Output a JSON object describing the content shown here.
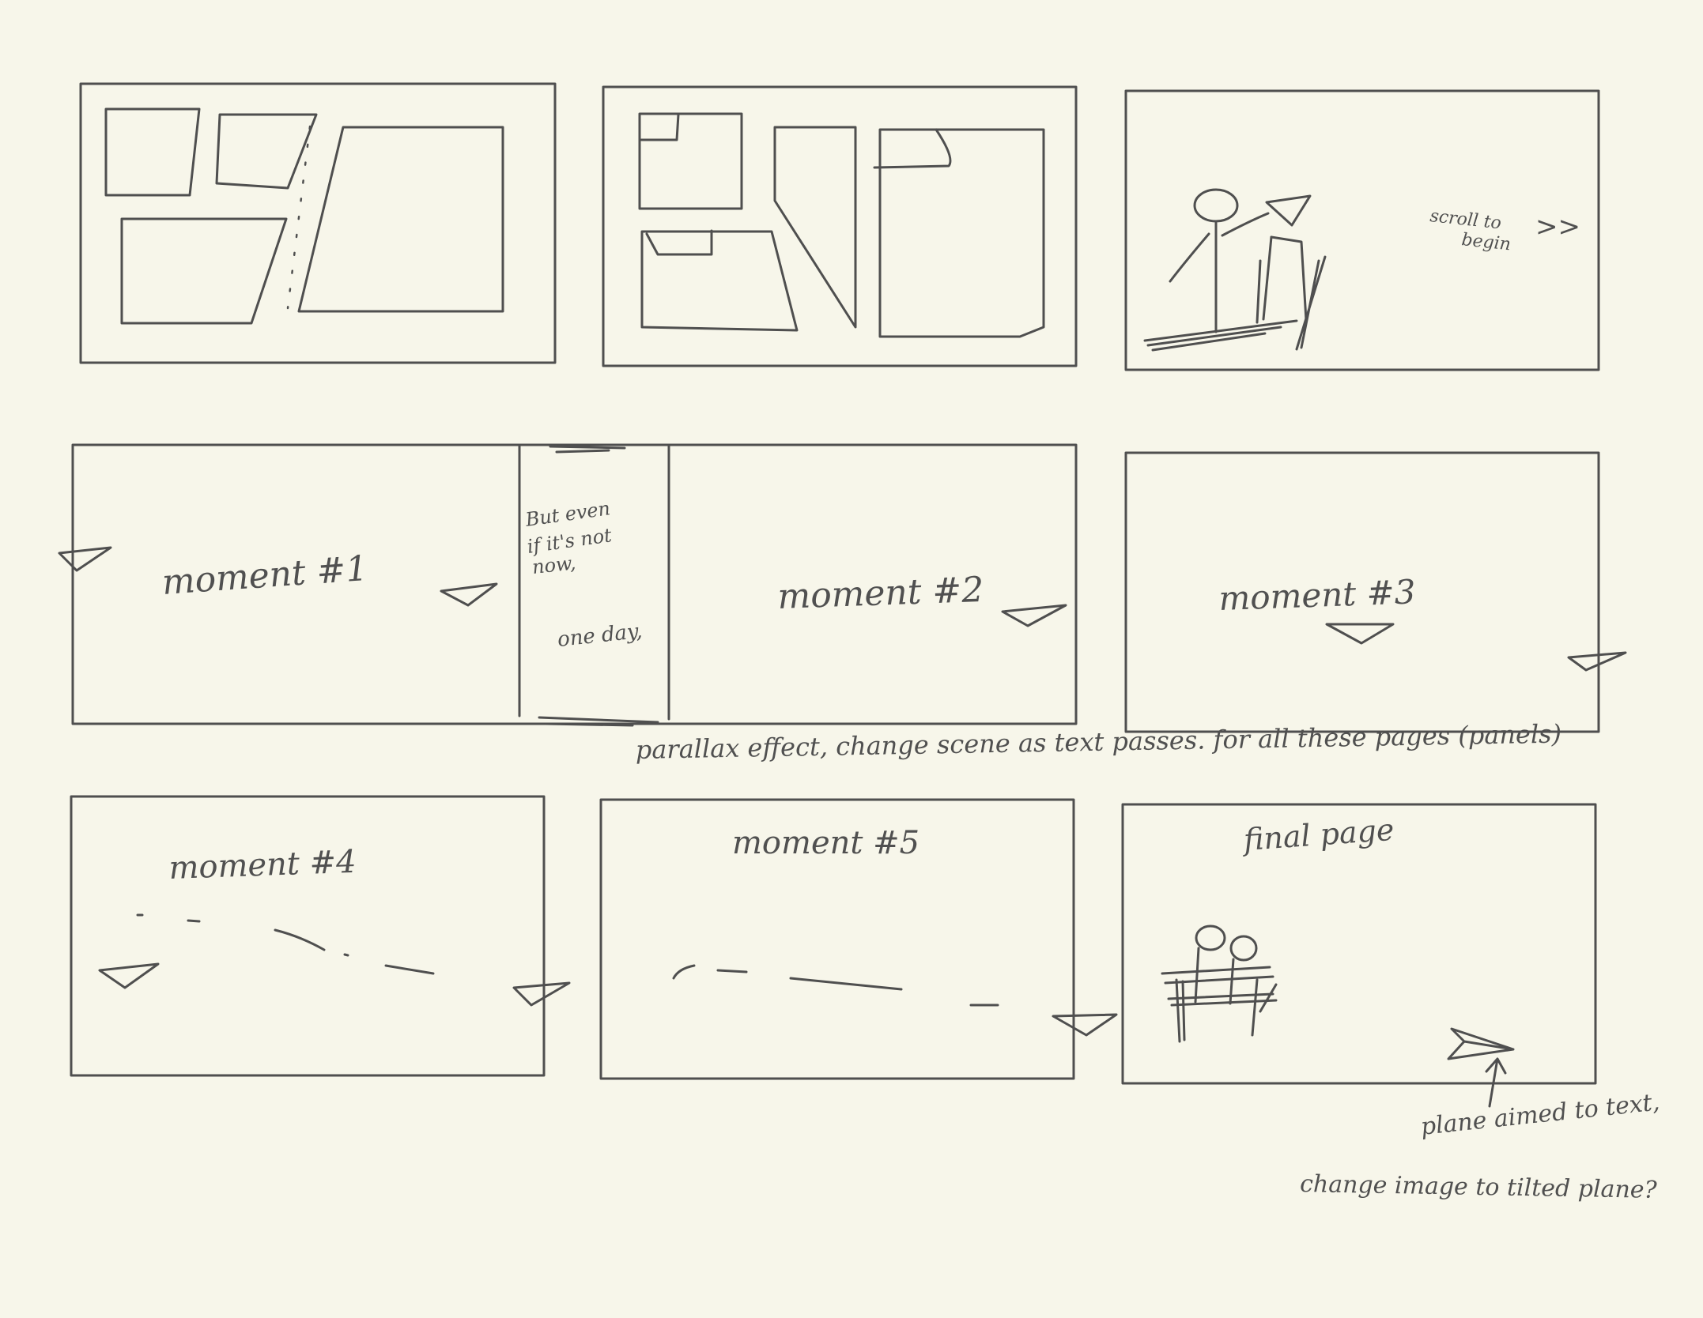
{
  "sheet": {
    "ink_color": "#4f4f4f",
    "paper_color": "#f7f6ea"
  },
  "panel3": {
    "scroll_hint_line1": "scroll to",
    "scroll_hint_line2": "begin",
    "scroll_arrows": ">>"
  },
  "panel4": {
    "moment1_label": "moment #1",
    "moment2_label": "moment #2",
    "note_line1": "But even",
    "note_line2": "if it's not",
    "note_line3": "now,",
    "note_line4": "one day,"
  },
  "panel5": {
    "moment3_label": "moment #3"
  },
  "parallax_note": "parallax effect, change scene as text passes. for all these pages (panels)",
  "panel6": {
    "moment4_label": "moment #4"
  },
  "panel7": {
    "moment5_label": "moment #5"
  },
  "panel8": {
    "title": "final page",
    "plane_note_line1": "plane aimed to text,",
    "plane_note_line2": "change image to tilted plane?"
  }
}
